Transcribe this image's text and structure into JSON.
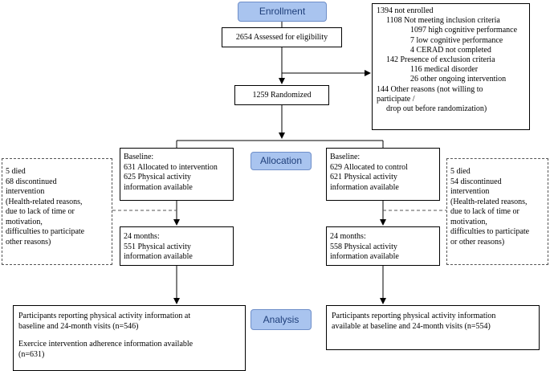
{
  "phases": {
    "enrollment": "Enrollment",
    "allocation": "Allocation",
    "analysis": "Analysis"
  },
  "assessed": "2654 Assessed for eligibility",
  "randomized": "1259 Randomized",
  "not_enrolled": {
    "title": "1394 not enrolled",
    "inclusion": "1108 Not meeting inclusion criteria",
    "high_cog": "1097 high cognitive performance",
    "low_cog": "7 low cognitive performance",
    "cerad": "4 CERAD not completed",
    "exclusion": "142 Presence of exclusion criteria",
    "medical": "116 medical disorder",
    "other_intervention": "26 other ongoing intervention",
    "other_reasons_1": "144 Other reasons (not willing to",
    "other_reasons_2": "participate /",
    "other_reasons_3": "drop out before randomization)"
  },
  "left_dropout": {
    "l1": "5 died",
    "l2": "68 discontinued",
    "l3": "intervention",
    "l4": "(Health-related reasons,",
    "l5": "due to lack of time or",
    "l6": "motivation,",
    "l7": "difficulties to participate",
    "l8": "other reasons)"
  },
  "right_dropout": {
    "l1": "5 died",
    "l2": "54 discontinued",
    "l3": "intervention",
    "l4": "(Health-related reasons,",
    "l5": "due to lack of time or",
    "l6": "motivation,",
    "l7": "difficulties to participate",
    "l8": "or other reasons)"
  },
  "intervention_baseline": {
    "l1": "Baseline:",
    "l2": "631 Allocated to intervention",
    "l3": "625 Physical activity",
    "l4": "information available"
  },
  "control_baseline": {
    "l1": "Baseline:",
    "l2": "629 Allocated to control",
    "l3": "621 Physical activity",
    "l4": "information available"
  },
  "intervention_24m": {
    "l1": "24 months:",
    "l2": "551 Physical activity",
    "l3": "information available"
  },
  "control_24m": {
    "l1": "24 months:",
    "l2": "558 Physical activity",
    "l3": "information available"
  },
  "intervention_analysis": {
    "l1": "Participants reporting physical activity information at",
    "l2": "baseline and 24-month visits (n=546)",
    "l3": "Exercice intervention adherence information available",
    "l4": "(n=631)"
  },
  "control_analysis": {
    "l1": "Participants reporting physical activity information",
    "l2": "available at baseline and 24-month visits (n=554)"
  }
}
